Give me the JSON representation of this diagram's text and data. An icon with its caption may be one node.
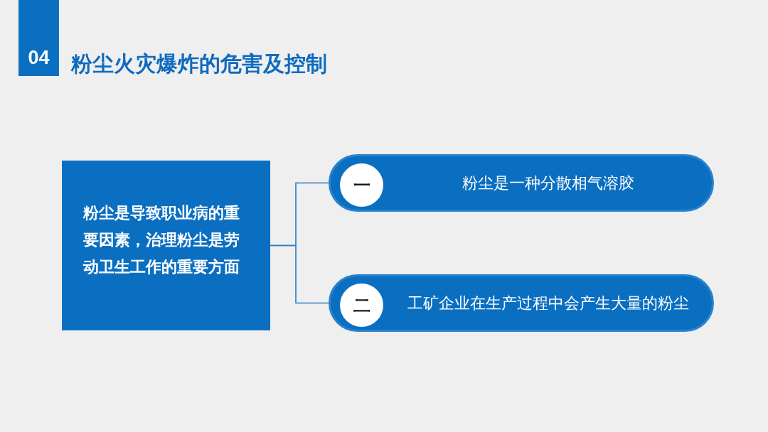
{
  "diagram": {
    "title": "粉尘火灾爆炸的危害及控制",
    "nodes": [
      {
        "text": [
          "04"
        ]
      },
      {
        "text": [
          "粉尘是导致职业病的重要因素，治理粉尘是劳动卫生工作的重要方面"
        ]
      },
      {
        "text": [
          "粉尘是一种分散相气溶胶"
        ]
      },
      {
        "text": [
          "一"
        ],
        "in": 2
      },
      {
        "text": [
          "工矿企业在生产过程中会产生大量的粉尘"
        ]
      },
      {
        "text": [
          "二"
        ],
        "in": 4
      }
    ],
    "edges": [
      {
        "from": 1,
        "to": 2,
        "arrow": "none"
      },
      {
        "from": 1,
        "to": 4,
        "arrow": "none"
      }
    ]
  }
}
